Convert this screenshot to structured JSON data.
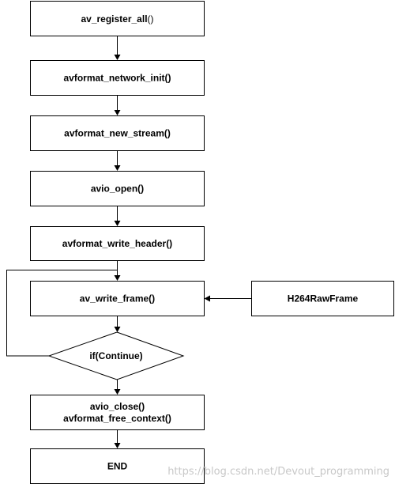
{
  "nodes": {
    "register_all": {
      "text": "av_register_all",
      "suffix": "()"
    },
    "network_init": {
      "text": "avformat_network_init()"
    },
    "new_stream": {
      "text": "avformat_new_stream()"
    },
    "avio_open": {
      "text": "avio_open()"
    },
    "write_header": {
      "text": "avformat_write_header()"
    },
    "write_frame": {
      "text": "av_write_frame()"
    },
    "raw_frame": {
      "text": "H264RawFrame"
    },
    "continue_decision": {
      "text": "if(Continue)"
    },
    "avio_close": {
      "line1": "avio_close()",
      "line2": "avformat_free_context()"
    },
    "end": {
      "text": "END"
    }
  },
  "watermark": "https://blog.csdn.net/Devout_programming",
  "colors": {
    "stroke": "#000000",
    "fill": "#ffffff",
    "watermark": "#c8c8c8"
  }
}
